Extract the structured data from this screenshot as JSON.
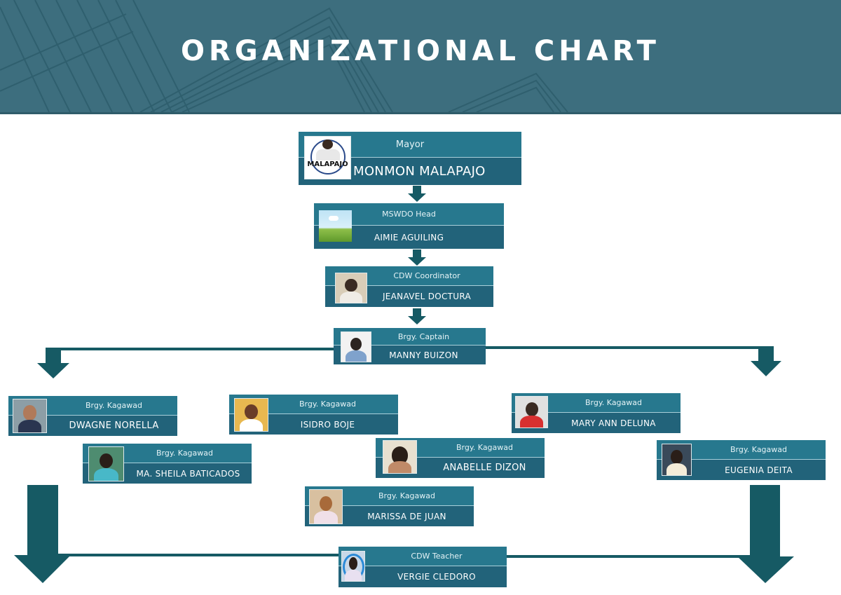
{
  "banner": {
    "title": "ORGANIZATIONAL CHART",
    "background": "#3d6e7e"
  },
  "colors": {
    "node_top": "#27788e",
    "node_bottom": "#22637a",
    "connector": "#165a64"
  },
  "nodes": {
    "mayor": {
      "role": "Mayor",
      "name": "MONMON MALAPAJO",
      "photo": "malapajo-logo",
      "logo_text": "MALAPAJO"
    },
    "mswdo": {
      "role": "MSWDO Head",
      "name": "AIMIE AGUILING",
      "photo": "placeholder-landscape"
    },
    "coordinator": {
      "role": "CDW Coordinator",
      "name": "JEANAVEL DOCTURA",
      "photo": "person-photo"
    },
    "captain": {
      "role": "Brgy. Captain",
      "name": "MANNY BUIZON",
      "photo": "person-photo"
    },
    "kagawad_1": {
      "role": "Brgy. Kagawad",
      "name": "DWAGNE NORELLA",
      "photo": "person-photo"
    },
    "kagawad_2": {
      "role": "Brgy. Kagawad",
      "name": "MA. SHEILA BATICADOS",
      "photo": "person-photo"
    },
    "kagawad_3": {
      "role": "Brgy. Kagawad",
      "name": "ISIDRO BOJE",
      "photo": "person-photo"
    },
    "kagawad_4": {
      "role": "Brgy. Kagawad",
      "name": "ANABELLE DIZON",
      "photo": "person-photo"
    },
    "kagawad_5": {
      "role": "Brgy. Kagawad",
      "name": "MARISSA DE JUAN",
      "photo": "person-photo"
    },
    "kagawad_6": {
      "role": "Brgy. Kagawad",
      "name": "MARY ANN DELUNA",
      "photo": "person-photo"
    },
    "kagawad_7": {
      "role": "Brgy. Kagawad",
      "name": "EUGENIA DEITA",
      "photo": "person-photo"
    },
    "teacher": {
      "role": "CDW Teacher",
      "name": "VERGIE CLEDORO",
      "photo": "person-photo-circle-frame"
    }
  }
}
